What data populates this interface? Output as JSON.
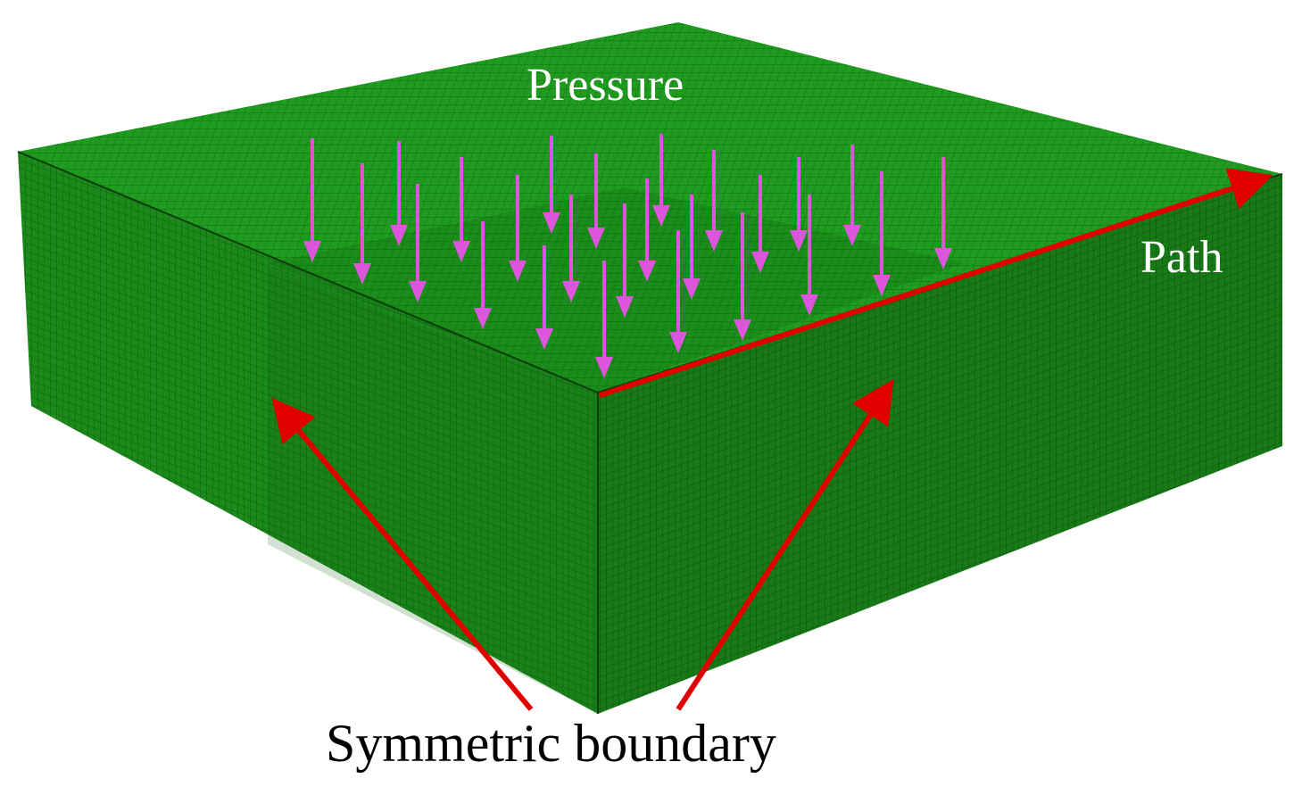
{
  "figure": {
    "labels": {
      "pressure": "Pressure",
      "path": "Path",
      "symmetric_boundary": "Symmetric boundary"
    },
    "colors": {
      "background": "#ffffff",
      "mesh_top": "#1f9c1f",
      "mesh_left": "#1b8a1b",
      "mesh_right": "#177a17",
      "mesh_line": "#0b4a0b",
      "pressure_arrow": "#dd55dd",
      "annotation_arrow": "#e00000",
      "pressure_text": "#ffffff",
      "path_text": "#ffffff",
      "boundary_text": "#000000"
    },
    "icons": {
      "pressure": "down-arrow",
      "path": "right-arrow",
      "symmetric_boundary": "pointer-arrow"
    }
  }
}
